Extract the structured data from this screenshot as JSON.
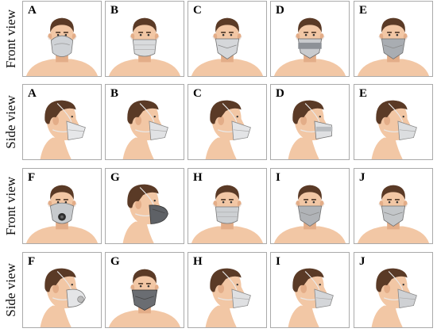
{
  "row_labels": [
    "Front view",
    "Side view",
    "Front view",
    "Side view"
  ],
  "rows": [
    {
      "view": "front",
      "panels": [
        {
          "letter": "A",
          "mask": "cup",
          "color": "#cfd2d6"
        },
        {
          "letter": "B",
          "mask": "flat",
          "color": "#d9dbdd"
        },
        {
          "letter": "C",
          "mask": "fold",
          "color": "#d5d7da"
        },
        {
          "letter": "D",
          "mask": "band",
          "color": "#8d9197"
        },
        {
          "letter": "E",
          "mask": "fold",
          "color": "#a9adb2"
        }
      ]
    },
    {
      "view": "side",
      "panels": [
        {
          "letter": "A",
          "mask": "cup",
          "color": "#e6e7e9"
        },
        {
          "letter": "B",
          "mask": "flat",
          "color": "#e1e2e4"
        },
        {
          "letter": "C",
          "mask": "fold",
          "color": "#e3e4e6"
        },
        {
          "letter": "D",
          "mask": "band",
          "color": "#b9bcc0"
        },
        {
          "letter": "E",
          "mask": "fold",
          "color": "#dcdee0"
        }
      ]
    },
    {
      "view": "front",
      "panels": [
        {
          "letter": "F",
          "mask": "valve",
          "color": "#c7cacd"
        },
        {
          "letter": "G",
          "mask": "side-dark",
          "color": "#5e6166"
        },
        {
          "letter": "H",
          "mask": "flat",
          "color": "#cdd0d3"
        },
        {
          "letter": "I",
          "mask": "fold",
          "color": "#b0b3b7"
        },
        {
          "letter": "J",
          "mask": "fold",
          "color": "#c3c6c9"
        }
      ]
    },
    {
      "view": "side",
      "panels": [
        {
          "letter": "F",
          "mask": "valve",
          "color": "#e4e5e7"
        },
        {
          "letter": "G",
          "mask": "front-dark",
          "color": "#6a6d72"
        },
        {
          "letter": "H",
          "mask": "flat",
          "color": "#dfe0e2"
        },
        {
          "letter": "I",
          "mask": "fold",
          "color": "#d4d6d9"
        },
        {
          "letter": "J",
          "mask": "fold",
          "color": "#cfd1d4"
        }
      ]
    }
  ],
  "palette": {
    "skin": "#f2c7a5",
    "skin_shade": "#e3ad88",
    "hair": "#5a3a26",
    "strap": "#e9e9e9"
  }
}
